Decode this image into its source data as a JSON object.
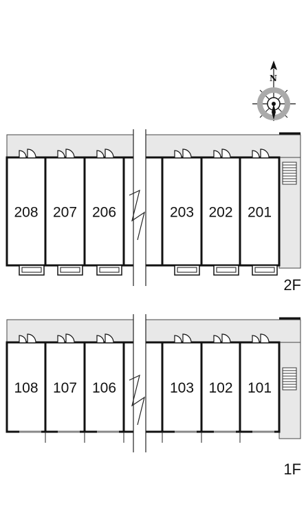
{
  "compass": {
    "north_label": "N",
    "icon": "compass-rose-icon"
  },
  "floors": [
    {
      "label": "2F",
      "units": [
        "208",
        "207",
        "206",
        "203",
        "202",
        "201"
      ]
    },
    {
      "label": "1F",
      "units": [
        "108",
        "107",
        "106",
        "103",
        "102",
        "101"
      ]
    }
  ],
  "colors": {
    "corridor": "#e8e8e8",
    "wall": "#111111",
    "background": "#ffffff"
  }
}
